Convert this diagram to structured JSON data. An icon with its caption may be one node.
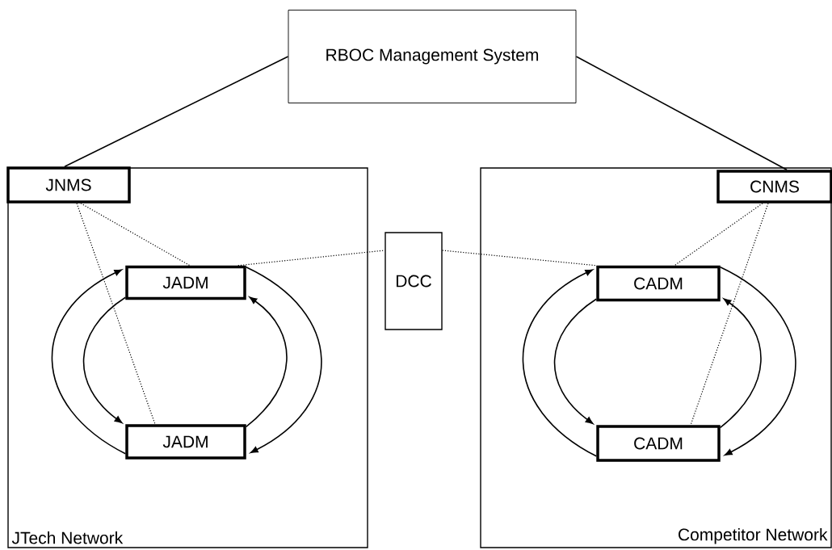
{
  "diagram": {
    "nodes": [
      {
        "text": [
          "RBOC Management System"
        ]
      },
      {
        "text": [
          "JTech Network"
        ]
      },
      {
        "text": [
          "JNMS"
        ],
        "in": 1
      },
      {
        "text": [
          "JADM"
        ],
        "in": 1
      },
      {
        "text": [
          "JADM"
        ],
        "in": 1
      },
      {
        "text": [
          "DCC"
        ]
      },
      {
        "text": [
          "Competitor Network"
        ]
      },
      {
        "text": [
          "CNMS"
        ],
        "in": 6
      },
      {
        "text": [
          "CADM"
        ],
        "in": 6
      },
      {
        "text": [
          "CADM"
        ],
        "in": 6
      }
    ],
    "edges": [
      {
        "from": 0,
        "to": 2,
        "arrow": "none"
      },
      {
        "from": 0,
        "to": 7,
        "arrow": "none"
      },
      {
        "from": 2,
        "to": 3,
        "arrow": "none",
        "style": "dashed"
      },
      {
        "from": 2,
        "to": 4,
        "arrow": "none",
        "style": "dashed"
      },
      {
        "from": 3,
        "to": 5,
        "arrow": "none",
        "style": "dashed"
      },
      {
        "from": 5,
        "to": 8,
        "arrow": "none",
        "style": "dashed"
      },
      {
        "from": 7,
        "to": 8,
        "arrow": "none",
        "style": "dashed"
      },
      {
        "from": 7,
        "to": 9,
        "arrow": "none",
        "style": "dashed"
      },
      {
        "from": 4,
        "to": 3,
        "arrow": "to"
      },
      {
        "from": 3,
        "to": 4,
        "arrow": "to"
      },
      {
        "from": 3,
        "to": 4,
        "arrow": "to"
      },
      {
        "from": 4,
        "to": 3,
        "arrow": "to"
      },
      {
        "from": 9,
        "to": 8,
        "arrow": "to"
      },
      {
        "from": 8,
        "to": 9,
        "arrow": "to"
      },
      {
        "from": 8,
        "to": 9,
        "arrow": "to"
      },
      {
        "from": 9,
        "to": 8,
        "arrow": "to"
      }
    ]
  }
}
